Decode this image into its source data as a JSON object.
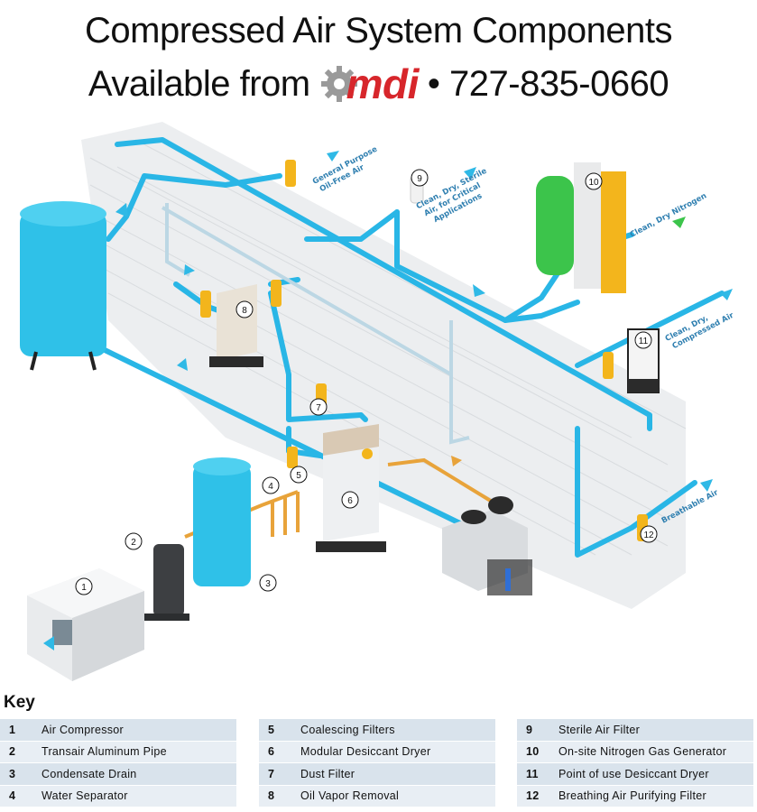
{
  "header": {
    "line1": "Compressed Air System Components",
    "line2_prefix": "Available from",
    "brand": "mdi",
    "line2_suffix": "• 727-835-0660"
  },
  "diagram": {
    "callouts": [
      "1",
      "2",
      "3",
      "4",
      "5",
      "6",
      "7",
      "8",
      "9",
      "10",
      "11",
      "12"
    ],
    "labels": {
      "general_purpose": [
        "General Purpose",
        "Oil-Free Air"
      ],
      "clean_dry_sterile": [
        "Clean, Dry, Sterile",
        "Air, for Critical",
        "Applications"
      ],
      "clean_dry_nitrogen": "Clean, Dry Nitrogen",
      "clean_dry_compressed": [
        "Clean, Dry,",
        "Compressed Air"
      ],
      "breathable_air": "Breathable Air"
    },
    "colors": {
      "pipe": "#29b6e6",
      "tank": "#2fc1e8",
      "generator_green": "#3cc44b",
      "accent_yellow": "#f3b51c",
      "orange_pipe": "#e8a33a",
      "brand_red": "#d7262b"
    }
  },
  "key": {
    "title": "Key",
    "columns": [
      [
        {
          "num": "1",
          "label": "Air Compressor"
        },
        {
          "num": "2",
          "label": "Transair Aluminum Pipe"
        },
        {
          "num": "3",
          "label": "Condensate Drain"
        },
        {
          "num": "4",
          "label": "Water Separator"
        }
      ],
      [
        {
          "num": "5",
          "label": "Coalescing Filters"
        },
        {
          "num": "6",
          "label": "Modular Desiccant Dryer"
        },
        {
          "num": "7",
          "label": "Dust Filter"
        },
        {
          "num": "8",
          "label": "Oil Vapor Removal"
        }
      ],
      [
        {
          "num": "9",
          "label": "Sterile Air Filter"
        },
        {
          "num": "10",
          "label": "On-site Nitrogen Gas Generator"
        },
        {
          "num": "11",
          "label": "Point of use Desiccant Dryer"
        },
        {
          "num": "12",
          "label": "Breathing Air Purifying Filter"
        }
      ]
    ]
  }
}
